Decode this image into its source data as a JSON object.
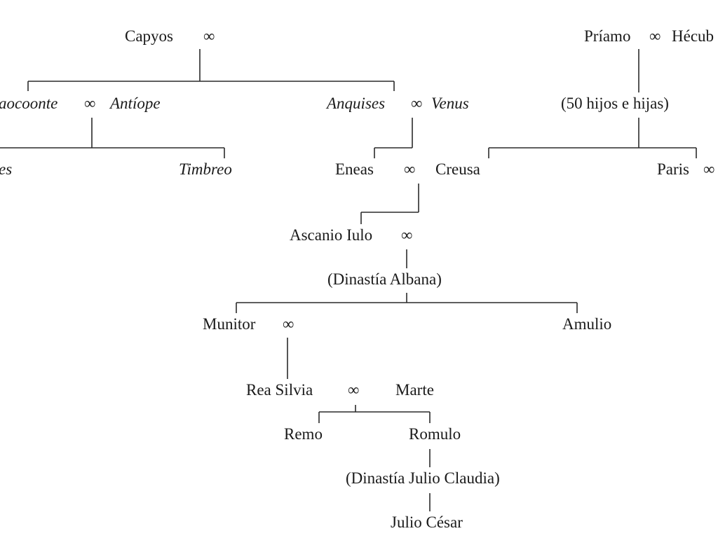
{
  "diagram": {
    "marriage_symbol": "∞",
    "nodes": {
      "capyos": "Capyos",
      "priamo": "Príamo",
      "hecuba": "Hécub",
      "laocoonte": "aocoonte",
      "antiope": "Antíope",
      "anquises": "Anquises",
      "venus": "Venus",
      "cincuenta_hijos": "(50 hijos e hijas)",
      "left_cut": "es",
      "timbreo": "Timbreo",
      "eneas": "Eneas",
      "creusa": "Creusa",
      "paris": "Paris",
      "ascanio": "Ascanio Iulo",
      "dinastia_albana": "(Dinastía Albana)",
      "munitor": "Munitor",
      "amulio": "Amulio",
      "rea_silvia": "Rea Silvia",
      "marte": "Marte",
      "remo": "Remo",
      "romulo": "Romulo",
      "dinastia_julio_claudia": "(Dinastía Julio Claudia)",
      "julio_cesar": "Julio César"
    }
  }
}
